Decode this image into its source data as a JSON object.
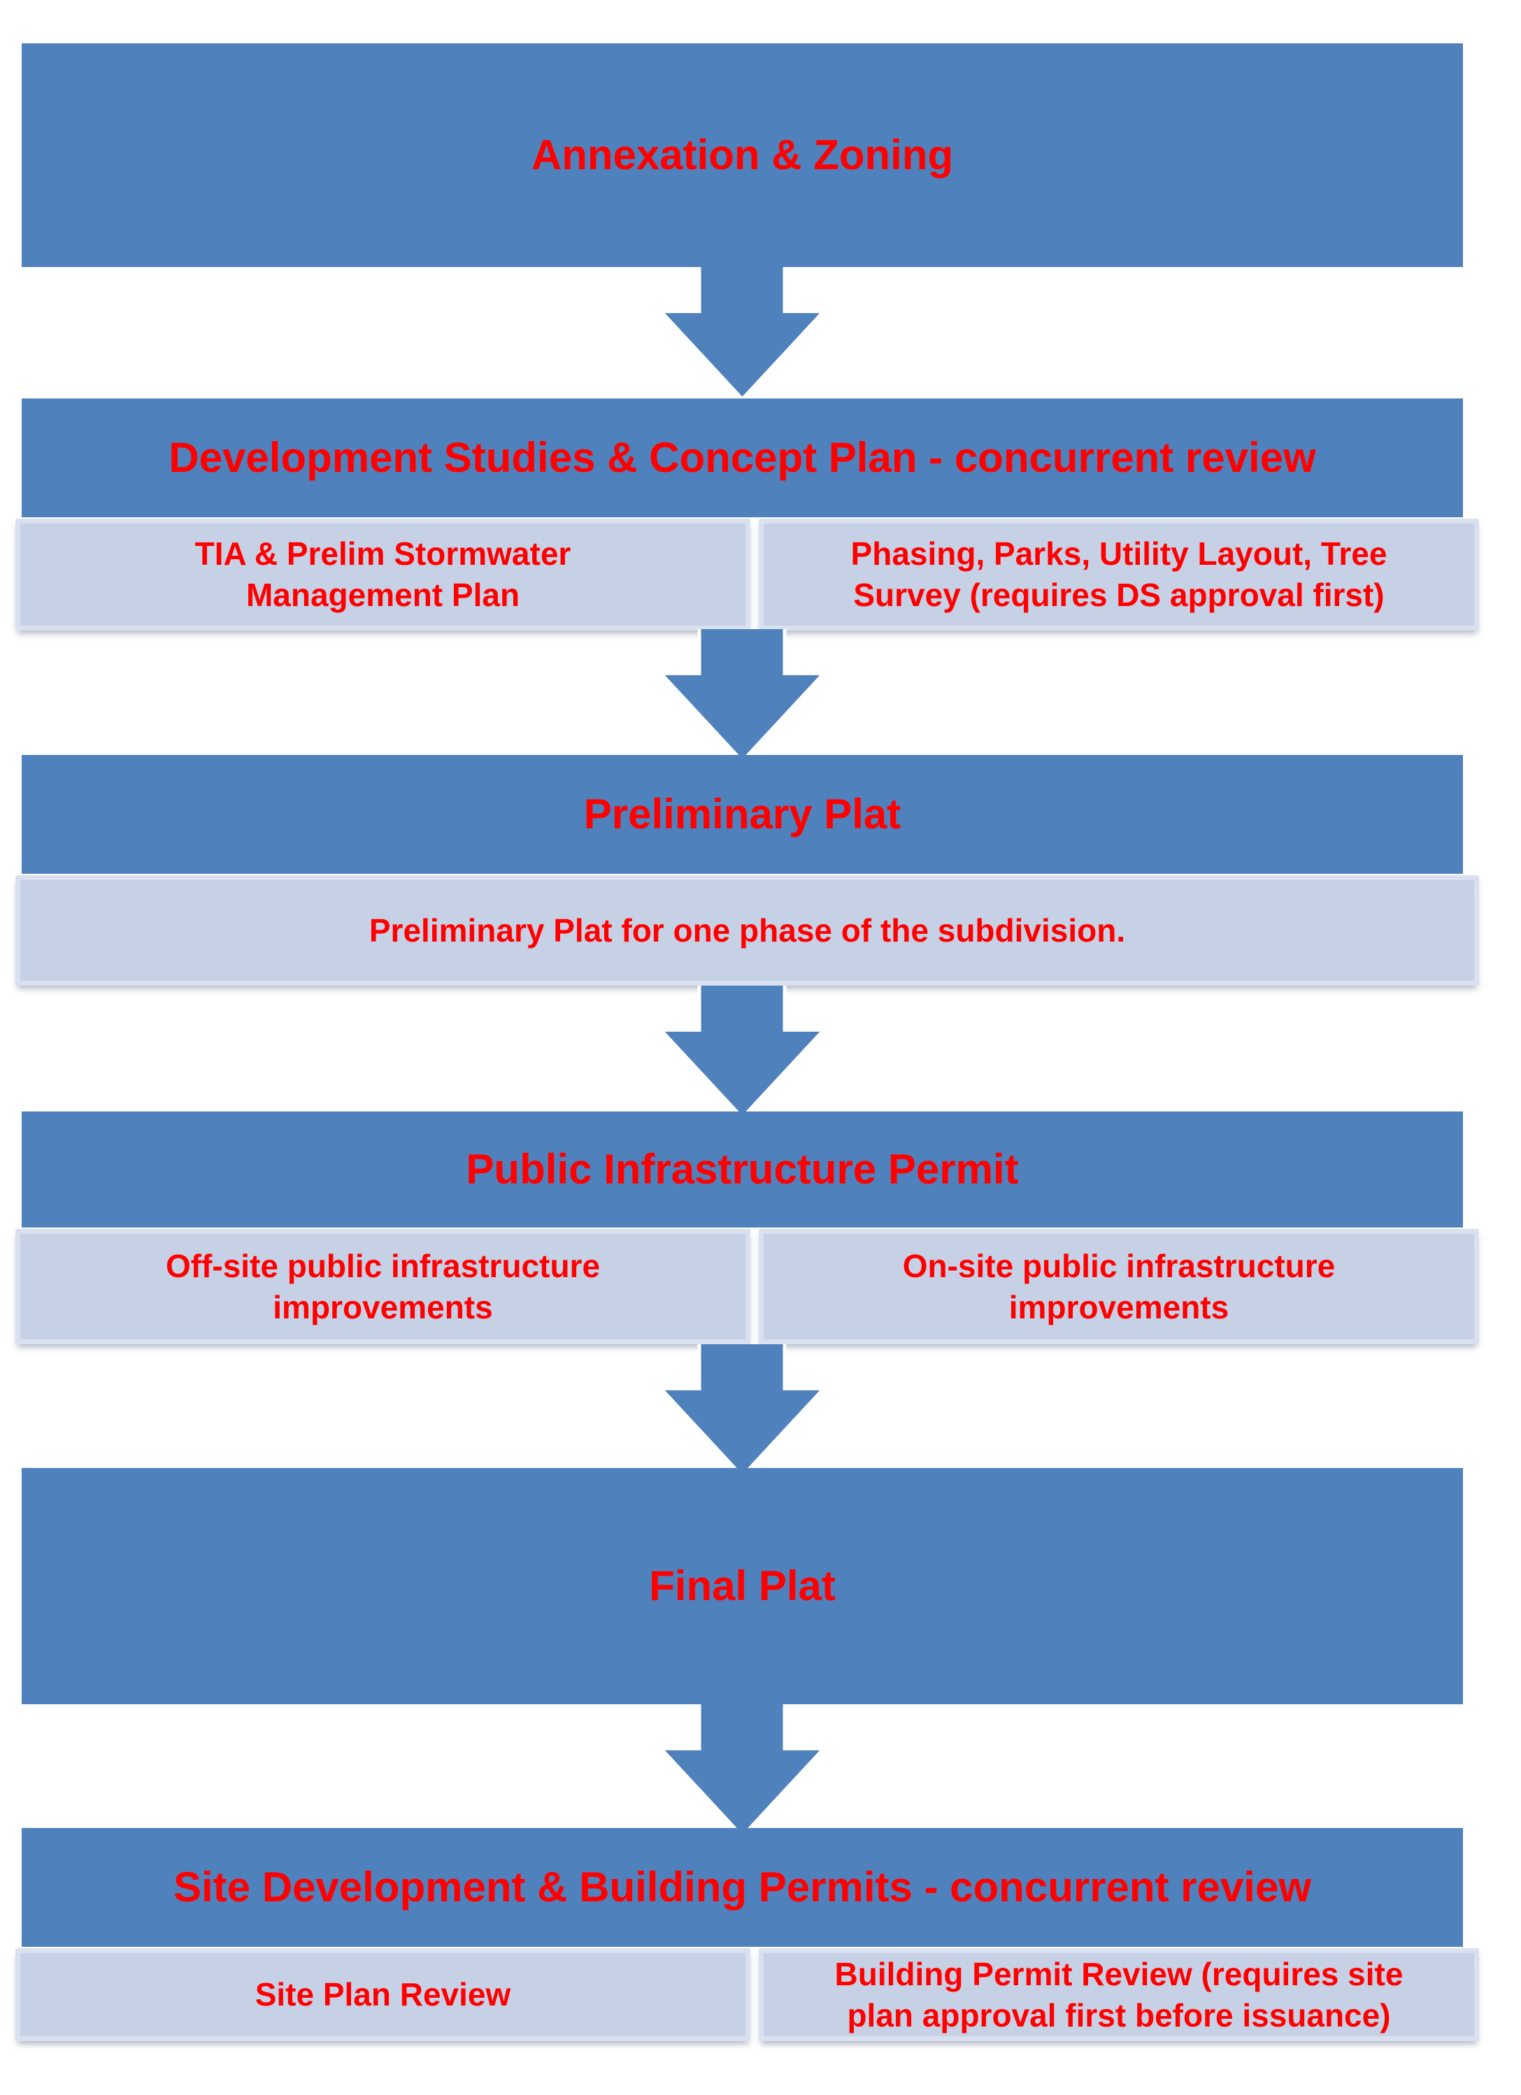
{
  "flow": {
    "steps": [
      {
        "title": "Annexation & Zoning",
        "subitems": []
      },
      {
        "title": "Development Studies & Concept Plan - concurrent review",
        "subitems": [
          "TIA & Prelim Stormwater\nManagement Plan",
          "Phasing, Parks, Utility Layout, Tree\nSurvey (requires DS approval first)"
        ]
      },
      {
        "title": "Preliminary Plat",
        "subitems": [
          "Preliminary Plat for one phase of the subdivision."
        ]
      },
      {
        "title": "Public Infrastructure Permit",
        "subitems": [
          "Off-site public infrastructure\nimprovements",
          "On-site public infrastructure\nimprovements"
        ]
      },
      {
        "title": "Final Plat",
        "subitems": []
      },
      {
        "title": "Site Development & Building Permits - concurrent review",
        "subitems": [
          "Site Plan Review",
          "Building Permit Review (requires site\nplan approval first before issuance)"
        ]
      }
    ]
  },
  "colors": {
    "header_blue": "#4F81BD",
    "arrow_blue": "#4F81BD",
    "subbox_fill": "#C6D1E5",
    "subbox_border": "#D9E0F0",
    "text_red": "#FF0000"
  }
}
